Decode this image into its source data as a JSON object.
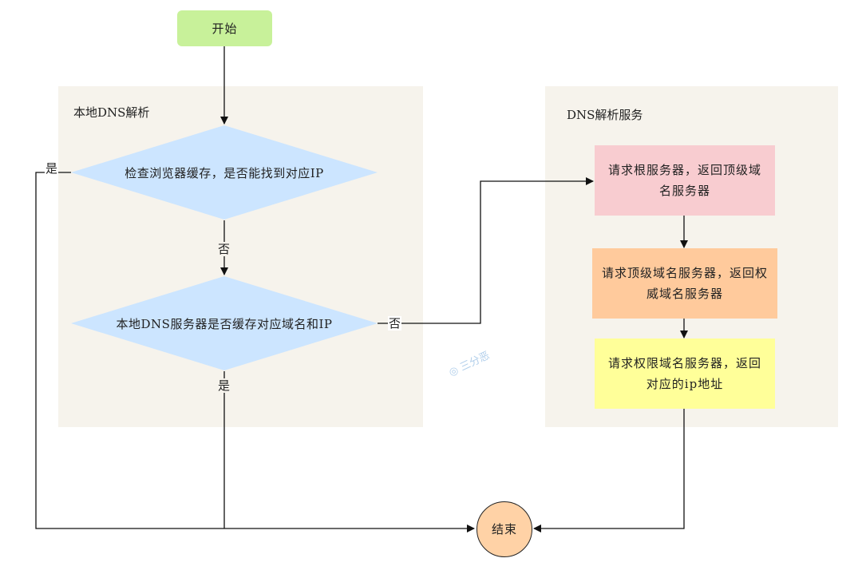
{
  "panels": {
    "local": {
      "title": "本地DNS解析"
    },
    "service": {
      "title": "DNS解析服务"
    }
  },
  "nodes": {
    "start": "开始",
    "check_browser_cache": "检查浏览器缓存，是否能找到对应IP",
    "check_local_dns": "本地DNS服务器是否缓存对应域名和IP",
    "query_root": "请求根服务器，返回顶级域名服务器",
    "query_tld": "请求顶级域名服务器，返回权威域名服务器",
    "query_authoritative": "请求权限域名服务器，返回对应的ip地址",
    "end": "结束"
  },
  "edge_labels": {
    "browser_yes": "是",
    "browser_no": "否",
    "local_no": "否",
    "local_yes": "是"
  },
  "watermark": "三分恶",
  "colors": {
    "panel_bg": "#f6f3ec",
    "start": "#c8f19a",
    "diamond": "#cce5ff",
    "root_box": "#f8ccd0",
    "tld_box": "#ffca9c",
    "auth_box": "#ffff99",
    "end": "#ffd2a6"
  }
}
